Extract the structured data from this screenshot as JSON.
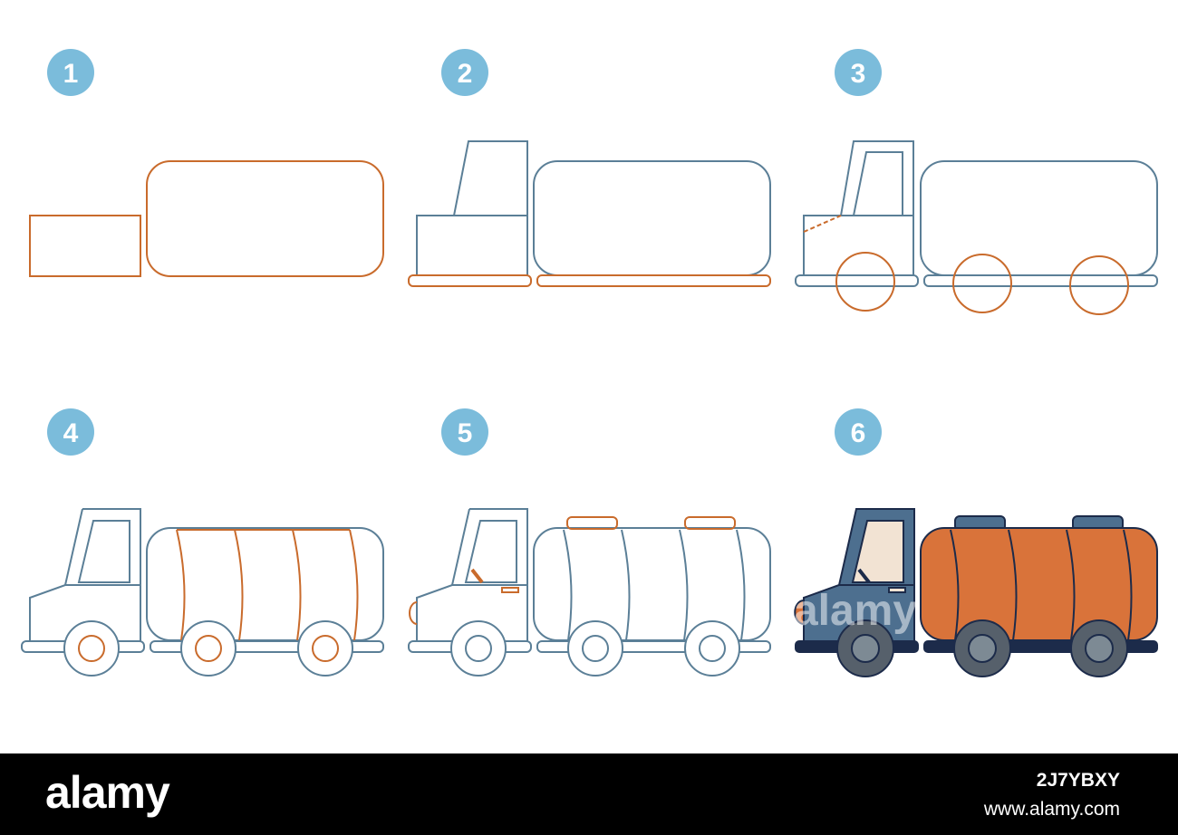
{
  "steps": [
    {
      "number": "1"
    },
    {
      "number": "2"
    },
    {
      "number": "3"
    },
    {
      "number": "4"
    },
    {
      "number": "5"
    },
    {
      "number": "6"
    }
  ],
  "colors": {
    "badge": "#7bbcdb",
    "outline_blue": "#5b7f97",
    "outline_orange": "#c96b2c",
    "fill_tank": "#d9733a",
    "fill_cab": "#4d6f8f",
    "fill_dark": "#1c2b4a",
    "fill_window": "#f2e3d3",
    "fill_wheel": "#56606b",
    "fill_hub": "#7d8a94",
    "fill_tank_hatch": "#4d6f8f",
    "footer_bg": "#000000"
  },
  "watermark": {
    "center_text": "alamy",
    "logo_text": "alamy",
    "image_id": "2J7YBXY",
    "url": "www.alamy.com"
  }
}
